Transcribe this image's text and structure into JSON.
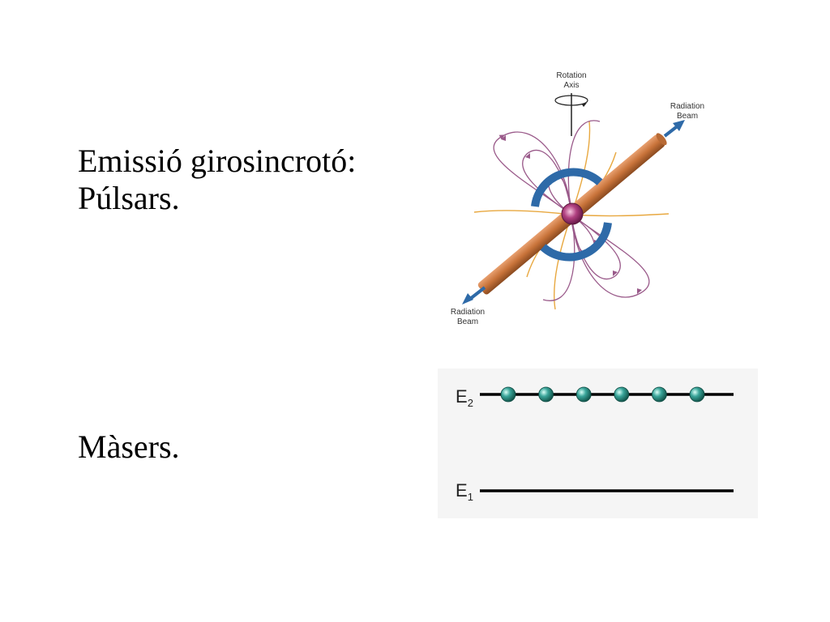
{
  "slide": {
    "heading_line1": "Emissió girosincrotó:",
    "heading_line2": "Púlsars.",
    "heading_masers": "Màsers."
  },
  "pulsar_diagram": {
    "rotation_axis_label": [
      "Rotation",
      "Axis"
    ],
    "beam_top_label": [
      "Radiation",
      "Beam"
    ],
    "beam_bottom_label": [
      "Radiation",
      "Beam"
    ],
    "colors": {
      "beam": "#c8733a",
      "field_lines": "#9a5a8a",
      "equator_ring": "#2e6aa8",
      "star": "#a0306a",
      "arrows": "#2e6aa8",
      "rays": "#e8a840"
    }
  },
  "maser_diagram": {
    "upper_level_label": "E",
    "upper_level_subscript": "2",
    "lower_level_label": "E",
    "lower_level_subscript": "1",
    "atoms_on_upper_level": 6,
    "colors": {
      "atom": "#3aa59a",
      "line": "#000000",
      "panel": "#f5f5f5"
    }
  }
}
